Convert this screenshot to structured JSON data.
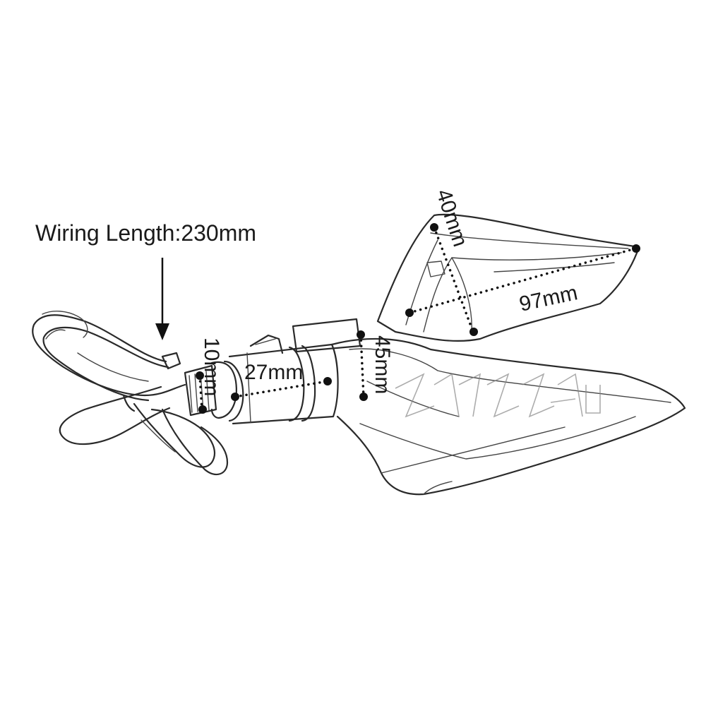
{
  "annotations": {
    "wiring_length": "Wiring Length:230mm",
    "height_top": "40mm",
    "length_top": "97mm",
    "height_body": "45mm",
    "stem_length": "27mm",
    "thread_diameter": "10mm"
  },
  "colors": {
    "line": "#2a2a2a",
    "dimension": "#111111",
    "background": "#ffffff"
  }
}
